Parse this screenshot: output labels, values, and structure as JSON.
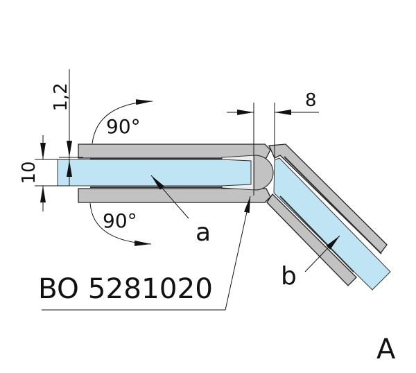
{
  "drawing": {
    "dimensions": {
      "gap_offset": "1,2",
      "glass_thickness": "10",
      "seal_width": "8",
      "angle_top": "90°",
      "angle_bottom": "90°"
    },
    "labels": {
      "part_a": "a",
      "part_b": "b",
      "part_number": "BO 5281020",
      "view": "A"
    },
    "colors": {
      "glass": "#bfe4f4",
      "clamp": "#c2c2c2",
      "line": "#222222"
    }
  }
}
